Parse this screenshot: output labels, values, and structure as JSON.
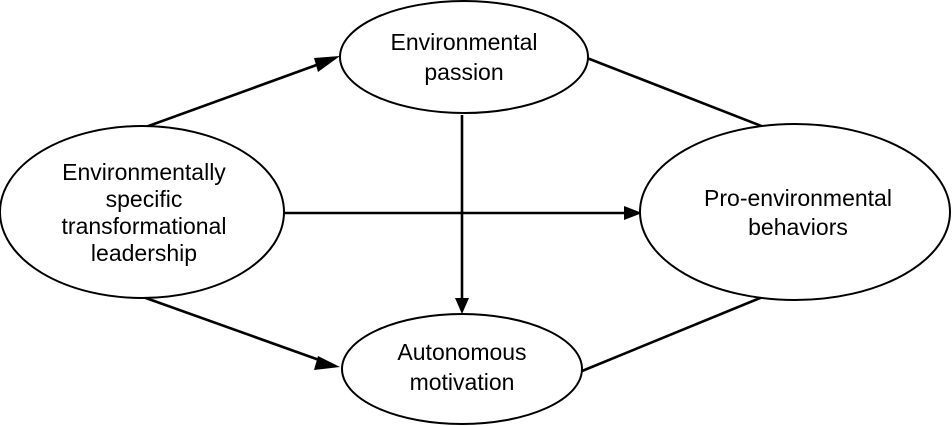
{
  "diagram": {
    "nodes": {
      "leadership": {
        "lines": [
          "Environmentally",
          "specific",
          "transformational",
          "leadership"
        ]
      },
      "passion": {
        "lines": [
          "Environmental",
          "passion"
        ]
      },
      "motivation": {
        "lines": [
          "Autonomous",
          "motivation"
        ]
      },
      "behaviors": {
        "lines": [
          "Pro-environmental",
          "behaviors"
        ]
      }
    },
    "edges": [
      {
        "from": "leadership",
        "to": "passion"
      },
      {
        "from": "leadership",
        "to": "motivation"
      },
      {
        "from": "leadership",
        "to": "behaviors"
      },
      {
        "from": "passion",
        "to": "motivation"
      },
      {
        "from": "passion",
        "to": "behaviors"
      },
      {
        "from": "motivation",
        "to": "behaviors"
      }
    ],
    "colors": {
      "stroke": "#000000",
      "fill": "#ffffff",
      "text": "#000000"
    }
  }
}
